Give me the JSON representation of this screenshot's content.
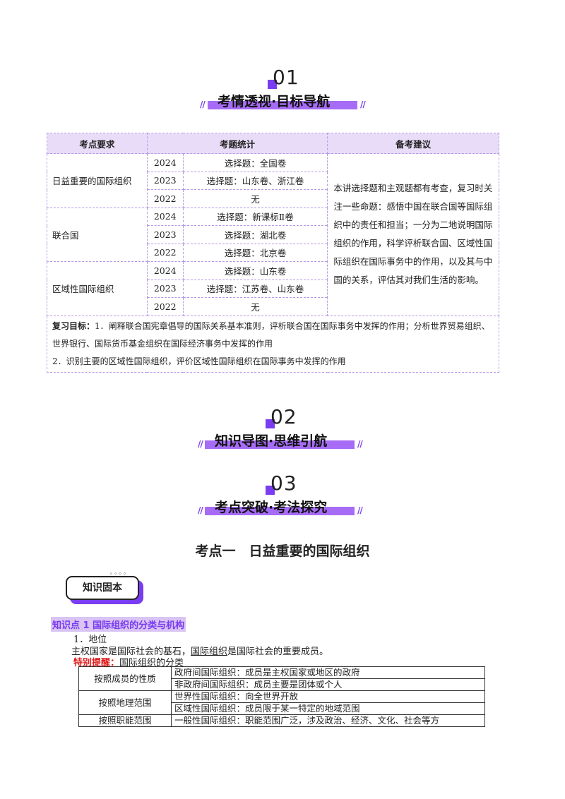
{
  "sections": [
    {
      "num": "01",
      "title": "考情透视·目标导航"
    },
    {
      "num": "02",
      "title": "知识导图·思维引航"
    },
    {
      "num": "03",
      "title": "考点突破·考法探究"
    }
  ],
  "slash_mark": "//",
  "exam_table": {
    "headers": [
      "考点要求",
      "考题统计",
      "备考建议"
    ],
    "groups": [
      {
        "requirement": "日益重要的国际组织",
        "rows": [
          {
            "year": "2024",
            "stat": "选择题：全国卷"
          },
          {
            "year": "2023",
            "stat": "选择题：山东卷、浙江卷"
          },
          {
            "year": "2022",
            "stat": "无"
          }
        ]
      },
      {
        "requirement": "联合国",
        "rows": [
          {
            "year": "2024",
            "stat": "选择题：新课标Ⅱ卷"
          },
          {
            "year": "2023",
            "stat": "选择题：湖北卷"
          },
          {
            "year": "2022",
            "stat": "选择题：北京卷"
          }
        ]
      },
      {
        "requirement": "区域性国际组织",
        "rows": [
          {
            "year": "2024",
            "stat": "选择题：山东卷"
          },
          {
            "year": "2023",
            "stat": "选择题：江苏卷、山东卷"
          },
          {
            "year": "2022",
            "stat": "无"
          }
        ]
      }
    ],
    "advice": "本讲选择题和主观题都有考查，复习时关注一些命题：感悟中国在联合国等国际组织中的责任和担当；一分为二地说明国际组织的作用，科学评析联合国、区域性国际组织在国际事务中的作用，以及其与中国的关系，评估其对我们生活的影响。",
    "goal_label": "复习目标：",
    "goal_1": "1．阐释联合国宪章倡导的国际关系基本准则，评析联合国在国际事务中发挥的作用；分析世界贸易组织、世界银行、国际货币基金组织在国际经济事务中发挥的作用",
    "goal_2": "2．识别主要的区域性国际组织，评价区域性国际组织在国际事务中发挥的作用"
  },
  "topic_title": "考点一　日益重要的国际组织",
  "badge": {
    "label": "知识固本"
  },
  "knowledge_point": {
    "title": "知识点 1  国际组织的分类与机构",
    "sub_heading": "1．地位",
    "text_before": "主权国家是国际社会的基石，",
    "text_underline": "国际组织",
    "text_after": "是国际社会的重要成员。",
    "tip_label": "特别提醒：",
    "tip_text": "国际组织的分类"
  },
  "classification": [
    {
      "category": "按照成员的性质",
      "items": [
        "政府间国际组织：成员是主权国家或地区的政府",
        "非政府间国际组织：成员主要是团体或个人"
      ]
    },
    {
      "category": "按照地理范围",
      "items": [
        "世界性国际组织：向全世界开放",
        "区域性国际组织：成员限于某一特定的地域范围"
      ]
    },
    {
      "category": "按照职能范围",
      "items": [
        "一般性国际组织：职能范围广泛，涉及政治、经济、文化、社会等方"
      ]
    }
  ],
  "colors": {
    "accent": "#7a3cf0",
    "accent_light": "#a66cf5",
    "header_bg": "#e8dcf8",
    "highlight": "#d9c4f4",
    "red": "#e01818"
  }
}
